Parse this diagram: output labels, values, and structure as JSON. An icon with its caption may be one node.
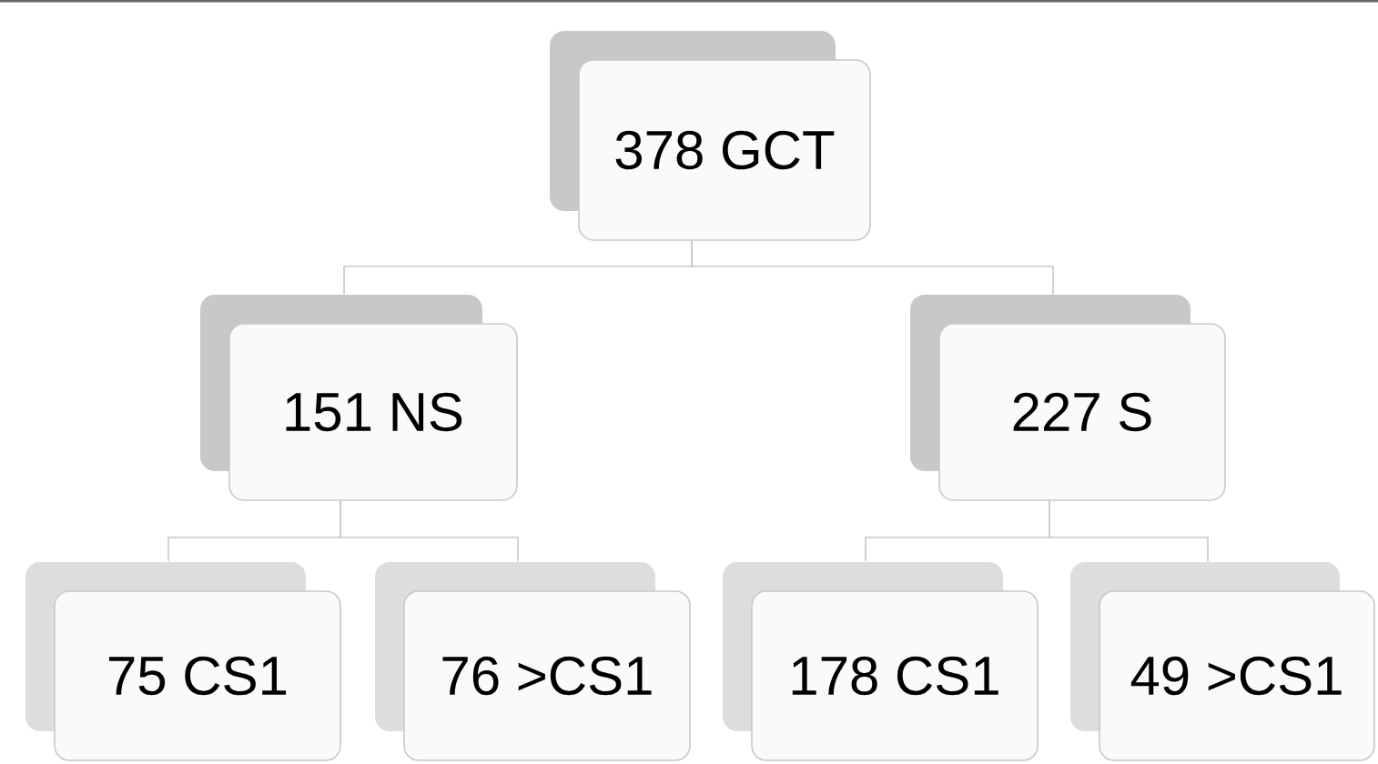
{
  "diagram": {
    "nodes": [
      {
        "text": [
          "378 GCT"
        ]
      },
      {
        "text": [
          "151 NS"
        ]
      },
      {
        "text": [
          "227 S"
        ]
      },
      {
        "text": [
          "75  CS1"
        ]
      },
      {
        "text": [
          "76 >CS1"
        ]
      },
      {
        "text": [
          "178 CS1"
        ]
      },
      {
        "text": [
          "49 >CS1"
        ]
      }
    ],
    "edges": [
      {
        "from": 0,
        "to": 1,
        "arrow": "none"
      },
      {
        "from": 0,
        "to": 2,
        "arrow": "none"
      },
      {
        "from": 1,
        "to": 3,
        "arrow": "none"
      },
      {
        "from": 1,
        "to": 4,
        "arrow": "none"
      },
      {
        "from": 2,
        "to": 5,
        "arrow": "none"
      },
      {
        "from": 2,
        "to": 6,
        "arrow": "none"
      }
    ]
  }
}
